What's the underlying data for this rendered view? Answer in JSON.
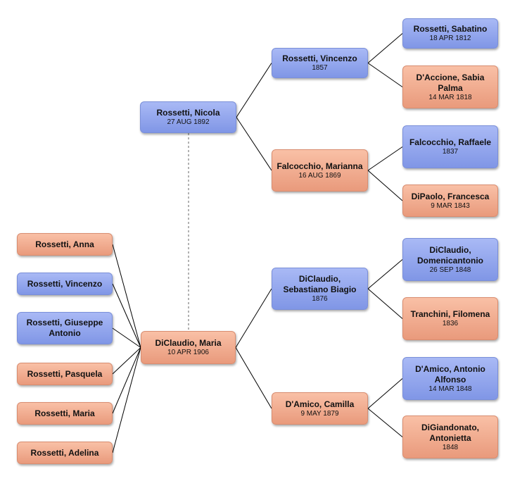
{
  "nodes": {
    "maria": {
      "name": "DiClaudio, Maria",
      "date": "10 APR 1906",
      "sex": "female"
    },
    "nicola": {
      "name": "Rossetti, Nicola",
      "date": "27 AUG 1892",
      "sex": "male"
    },
    "vincenzo_f": {
      "name": "Rossetti, Vincenzo",
      "date": "1857",
      "sex": "male"
    },
    "marianna": {
      "name": "Falcocchio, Marianna",
      "date": "16 AUG 1869",
      "sex": "female"
    },
    "sebastiano": {
      "name": "DiClaudio, Sebastiano Biagio",
      "date": "1876",
      "sex": "male"
    },
    "camilla": {
      "name": "D'Amico, Camilla",
      "date": "9 MAY 1879",
      "sex": "female"
    },
    "sabatino": {
      "name": "Rossetti, Sabatino",
      "date": "18 APR 1812",
      "sex": "male"
    },
    "sabia": {
      "name": "D'Accione, Sabia Palma",
      "date": "14 MAR 1818",
      "sex": "female"
    },
    "raffaele": {
      "name": "Falcocchio, Raffaele",
      "date": "1837",
      "sex": "male"
    },
    "francesca": {
      "name": "DiPaolo, Francesca",
      "date": "9 MAR 1843",
      "sex": "female"
    },
    "domenico": {
      "name": "DiClaudio, Domenicantonio",
      "date": "26 SEP 1848",
      "sex": "male"
    },
    "filomena": {
      "name": "Tranchini, Filomena",
      "date": "1836",
      "sex": "female"
    },
    "antonio": {
      "name": "D'Amico, Antonio Alfonso",
      "date": "14 MAR 1848",
      "sex": "male"
    },
    "antonietta": {
      "name": "DiGiandonato, Antonietta",
      "date": "1848",
      "sex": "female"
    },
    "c_anna": {
      "name": "Rossetti, Anna",
      "date": "",
      "sex": "female"
    },
    "c_vincenzo": {
      "name": "Rossetti, Vincenzo",
      "date": "",
      "sex": "male"
    },
    "c_giuseppe": {
      "name": "Rossetti, Giuseppe Antonio",
      "date": "",
      "sex": "male"
    },
    "c_pasquela": {
      "name": "Rossetti, Pasquela",
      "date": "",
      "sex": "female"
    },
    "c_maria": {
      "name": "Rossetti, Maria",
      "date": "",
      "sex": "female"
    },
    "c_adelina": {
      "name": "Rossetti, Adelina",
      "date": "",
      "sex": "female"
    }
  },
  "colors": {
    "male": "#8a9de9",
    "female": "#efa88a",
    "line": "#000000",
    "spouse_line": "#666666"
  }
}
